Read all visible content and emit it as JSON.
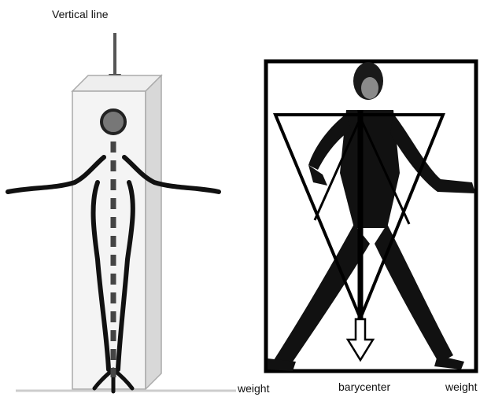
{
  "labels": {
    "vertical_line": "Vertical line",
    "weight_left": "weight",
    "barycenter": "barycenter",
    "weight_right": "weight"
  }
}
